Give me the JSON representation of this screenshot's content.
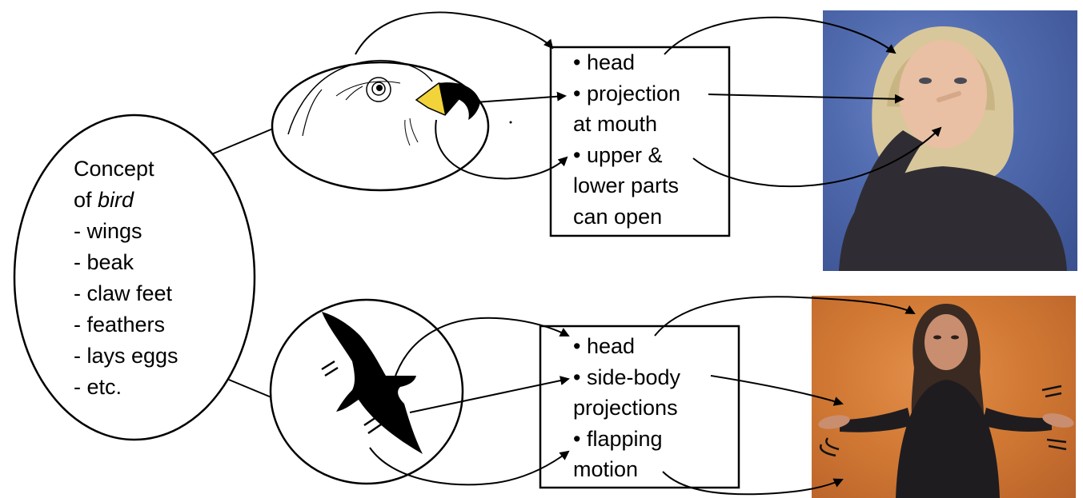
{
  "concept": {
    "title_line1": "Concept",
    "title_line2_prefix": "of ",
    "title_line2_em": "bird",
    "features": [
      "- wings",
      "- beak",
      "- claw feet",
      "- feathers",
      "- lays eggs",
      "- etc."
    ]
  },
  "top_box": {
    "lines": [
      "• head",
      "• projection",
      "at mouth",
      "• upper &",
      "lower parts",
      "can open"
    ]
  },
  "bottom_box": {
    "lines": [
      "• head",
      "• side-body",
      "projections",
      "• flapping",
      "motion"
    ]
  },
  "images": {
    "top_bird": "eagle-head-drawing",
    "bottom_bird": "bird-silhouette",
    "top_photo": "signer-bird-sign-photo",
    "bottom_photo": "signer-flapping-sign-photo"
  },
  "colors": {
    "beak": "#f2d43a",
    "photo1_bg": "#4f69ad",
    "photo2_bg": "#d07833"
  }
}
